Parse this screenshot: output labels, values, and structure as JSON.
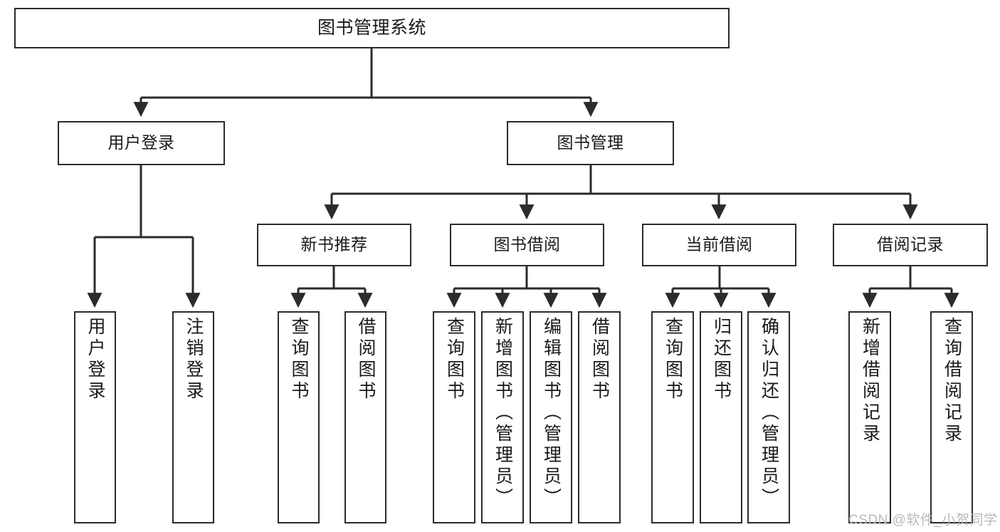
{
  "diagram": {
    "type": "tree-hierarchy-chart",
    "title": "图书管理系统",
    "watermark": "CSDN @软件_小贺同学",
    "colors": {
      "box_border": "#2b2b2b",
      "box_fill": "#ffffff",
      "connector": "#2b2b2b",
      "background": "#ffffff",
      "watermark": "#b9b9b9"
    },
    "levels": {
      "level1": [
        {
          "id": "root",
          "label": "图书管理系统"
        }
      ],
      "level2": [
        {
          "id": "user-login",
          "label": "用户登录"
        },
        {
          "id": "book-management",
          "label": "图书管理"
        }
      ],
      "level3": [
        {
          "id": "new-book-recommend",
          "label": "新书推荐",
          "parent": "book-management"
        },
        {
          "id": "book-borrow",
          "label": "图书借阅",
          "parent": "book-management"
        },
        {
          "id": "current-borrow",
          "label": "当前借阅",
          "parent": "book-management"
        },
        {
          "id": "borrow-record",
          "label": "借阅记录",
          "parent": "book-management"
        }
      ],
      "leaves": [
        {
          "id": "leaf-user-login",
          "label": "用户登录",
          "parent": "user-login"
        },
        {
          "id": "leaf-logout-login",
          "label": "注销登录",
          "parent": "user-login"
        },
        {
          "id": "leaf-query-book-1",
          "label": "查询图书",
          "parent": "new-book-recommend"
        },
        {
          "id": "leaf-borrow-book-1",
          "label": "借阅图书",
          "parent": "new-book-recommend"
        },
        {
          "id": "leaf-query-book-2",
          "label": "查询图书",
          "parent": "book-borrow"
        },
        {
          "id": "leaf-add-book",
          "label": "新增图书（管理员）",
          "parent": "book-borrow"
        },
        {
          "id": "leaf-edit-book",
          "label": "编辑图书（管理员）",
          "parent": "book-borrow"
        },
        {
          "id": "leaf-borrow-book-2",
          "label": "借阅图书",
          "parent": "book-borrow"
        },
        {
          "id": "leaf-query-book-3",
          "label": "查询图书",
          "parent": "current-borrow"
        },
        {
          "id": "leaf-return-book",
          "label": "归还图书",
          "parent": "current-borrow"
        },
        {
          "id": "leaf-confirm-return",
          "label": "确认归还（管理员）",
          "parent": "current-borrow"
        },
        {
          "id": "leaf-add-record",
          "label": "新增借阅记录",
          "parent": "borrow-record"
        },
        {
          "id": "leaf-query-record",
          "label": "查询借阅记录",
          "parent": "borrow-record"
        }
      ]
    }
  }
}
